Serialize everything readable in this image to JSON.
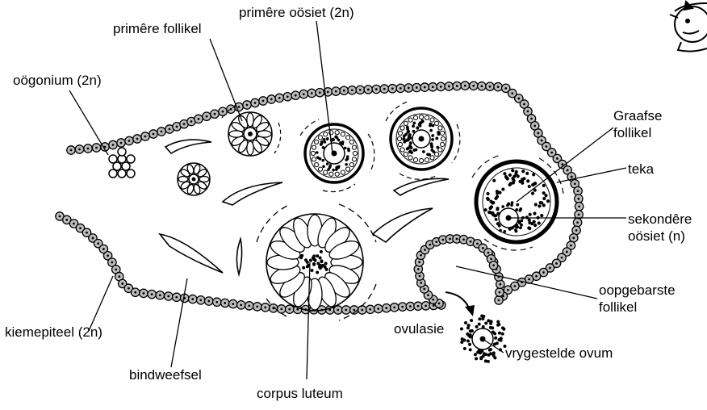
{
  "labels": {
    "primary_follicle": "primêre follikel",
    "primary_oocyte": "primêre oösiet (2n)",
    "oogonium": "oögonium (2n)",
    "graafian_line1": "Graafse",
    "graafian_line2": "follikel",
    "theca": "teka",
    "secondary_oocyte_line1": "sekondêre",
    "secondary_oocyte_line2": "oösiet (n)",
    "ruptured_follicle_line1": "oopgebarste",
    "ruptured_follicle_line2": "follikel",
    "ovulation": "ovulasie",
    "released_ovum": "vrygestelde ovum",
    "germinal_epithelium": "kiemepiteel (2n)",
    "connective_tissue": "bindweefsel",
    "corpus_luteum": "corpus luteum"
  },
  "colors": {
    "ink": "#000000",
    "cell_fill": "#bdbdbd",
    "paper": "#ffffff"
  },
  "icons": {
    "corner": "cartoon-figure-icon"
  }
}
